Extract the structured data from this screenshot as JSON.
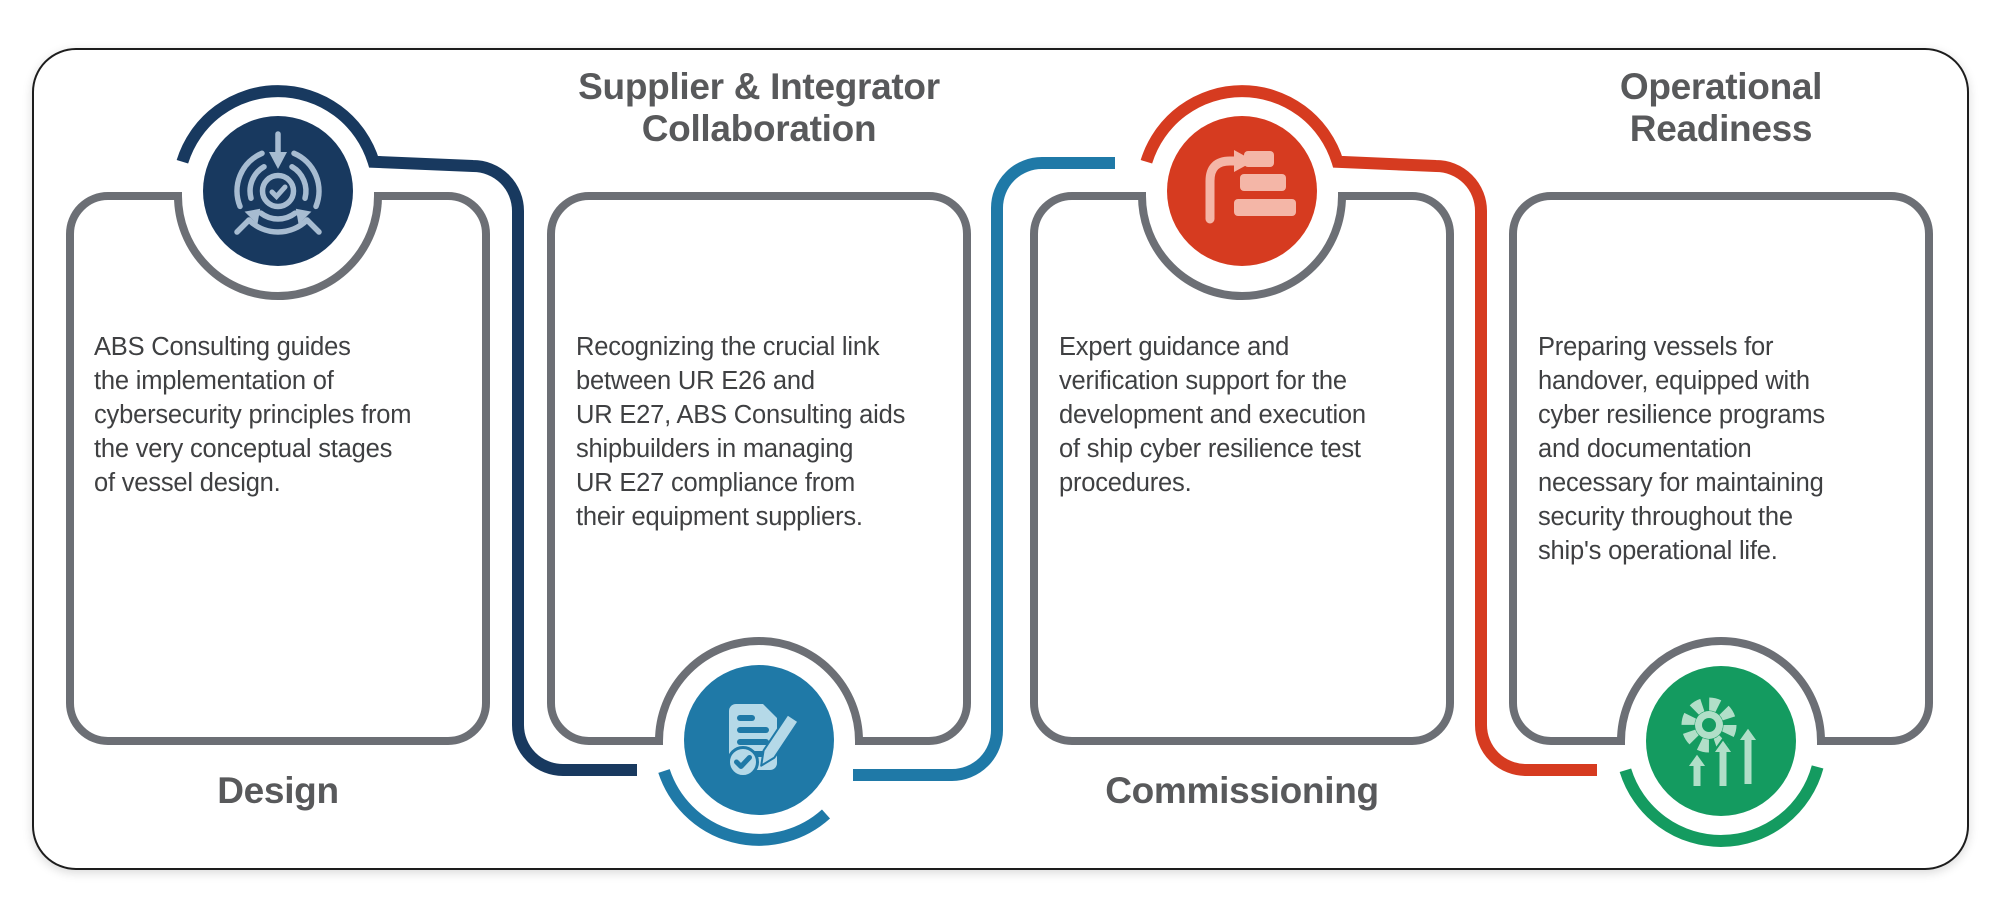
{
  "colors": {
    "navy": "#18395F",
    "blue": "#1F79A7",
    "red": "#D63B20",
    "green": "#149B60",
    "card_border_gray": "#6C6F75",
    "title_gray": "#58595B",
    "body_text": "#3F4042",
    "icon_navy_light": "#A7BCD1",
    "icon_blue_light": "#B5D9E8",
    "icon_red_light": "#F4B6A7",
    "icon_green_light": "#B1DFC8",
    "background": "#FFFFFF"
  },
  "stages": [
    {
      "id": "design",
      "label": "Design",
      "label_position": "bottom",
      "icon": "converge-check-icon",
      "accent": "#18395F",
      "body": "ABS Consulting guides\nthe implementation of\ncybersecurity principles from\nthe very conceptual stages\nof vessel design."
    },
    {
      "id": "supplier-integrator-collaboration",
      "label": "Supplier & Integrator\nCollaboration",
      "label_position": "top",
      "icon": "document-check-pencil-icon",
      "accent": "#1F79A7",
      "body": "Recognizing the crucial link\nbetween UR E26 and\nUR E27, ABS Consulting aids\nshipbuilders in managing\nUR E27 compliance from\ntheir equipment suppliers."
    },
    {
      "id": "commissioning",
      "label": "Commissioning",
      "label_position": "bottom",
      "icon": "process-flow-icon",
      "accent": "#D63B20",
      "body": "Expert guidance and\nverification support for the\ndevelopment and execution\nof ship cyber resilience test\nprocedures."
    },
    {
      "id": "operational-readiness",
      "label": "Operational\nReadiness",
      "label_position": "top",
      "icon": "gear-growth-icon",
      "accent": "#149B60",
      "body": "Preparing vessels for\nhandover, equipped with\ncyber resilience programs\nand documentation\nnecessary for maintaining\nsecurity throughout the\nship's operational life."
    }
  ]
}
